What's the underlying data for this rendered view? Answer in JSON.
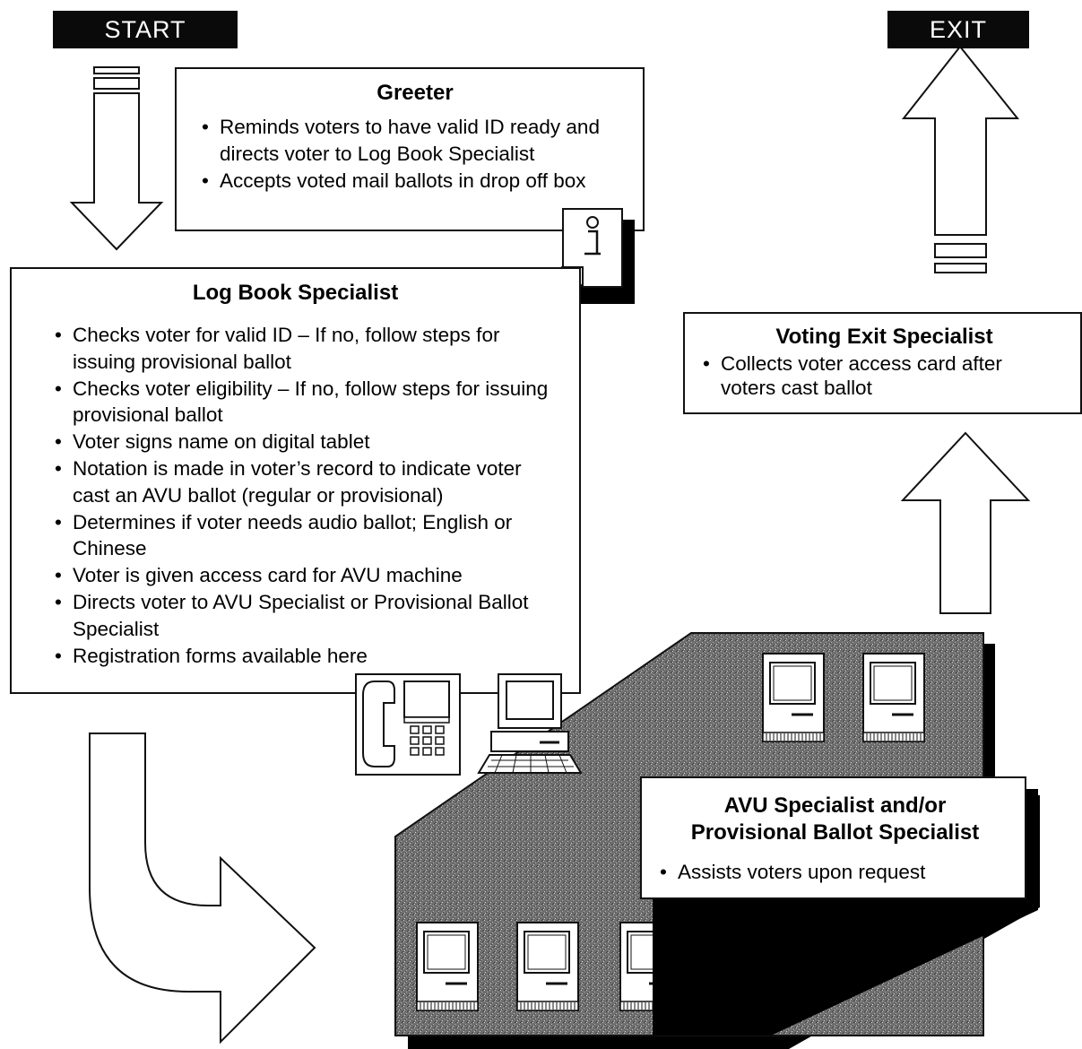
{
  "labels": {
    "start": "START",
    "exit": "EXIT"
  },
  "greeter": {
    "title": "Greeter",
    "items": [
      "Reminds voters to have valid ID ready and directs voter to Log Book Specialist",
      "Accepts voted mail ballots in drop off box"
    ]
  },
  "logbook": {
    "title": "Log Book Specialist",
    "items": [
      "Checks voter for valid ID – If no, follow steps for issuing provisional ballot",
      "Checks voter eligibility – If no, follow steps for issuing provisional ballot",
      "Voter signs name on digital tablet",
      "Notation is made in voter’s record to indicate voter cast an AVU ballot (regular or provisional)",
      "Determines if voter needs audio ballot; English or Chinese",
      "Voter is given access card for AVU machine",
      "Directs voter to AVU Specialist or Provisional Ballot Specialist",
      "Registration forms available here"
    ]
  },
  "exit_specialist": {
    "title": "Voting Exit Specialist",
    "items": [
      "Collects voter access card after voters cast ballot"
    ]
  },
  "avu": {
    "title_line1": "AVU Specialist and/or",
    "title_line2": "Provisional Ballot Specialist",
    "items": [
      "Assists voters upon request"
    ]
  },
  "icons": [
    "info-document-icon",
    "telephone-icon",
    "desktop-computer-icon",
    "voting-machine-icon"
  ],
  "colors": {
    "label_bg": "#0a0a0a",
    "label_text": "#ffffff",
    "floor": "#6e6e6e",
    "shadow": "#000000"
  }
}
